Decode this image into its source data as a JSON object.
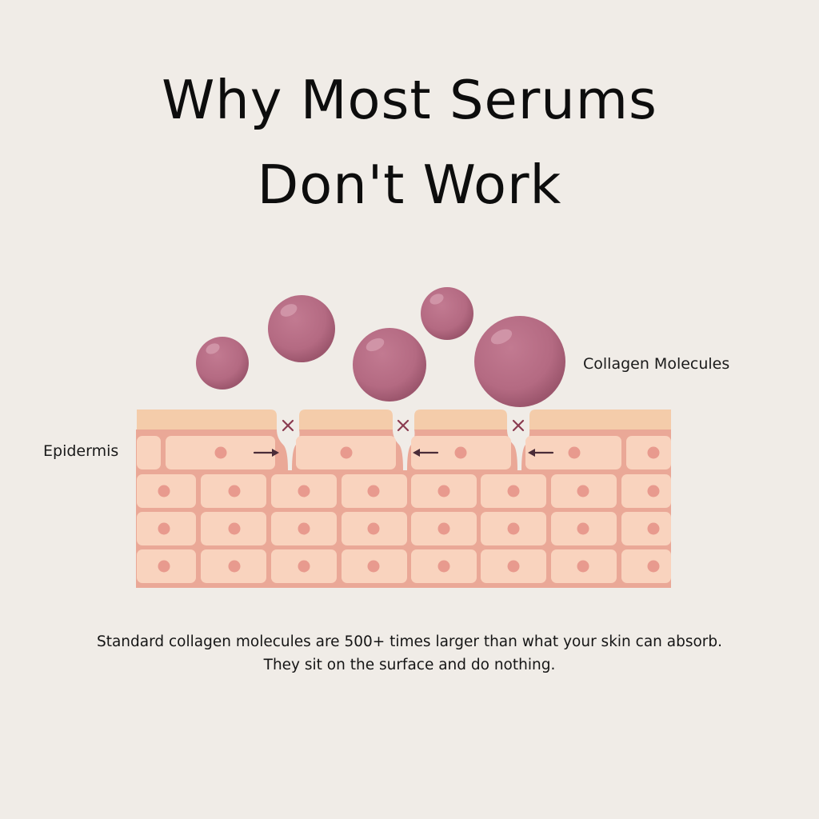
{
  "title": {
    "line1": "Why Most Serums",
    "line2": "Don't Work"
  },
  "labels": {
    "collagen": "Collagen Molecules",
    "epidermis": "Epidermis"
  },
  "caption": {
    "line1": "Standard collagen molecules are 500+ times larger than what your skin can absorb.",
    "line2": "They sit on the surface and do nothing."
  },
  "colors": {
    "background": "#f0ece7",
    "molecule": "#b86d85",
    "skin_cell": "#f9d3be",
    "skin_border": "#eaa897",
    "stratum_corneum": "#f4ccaa",
    "nucleus": "#e89a8e",
    "blocked_marker": "#8a3b50",
    "arrow": "#4a2c38"
  },
  "icons": {
    "blocked": "x-mark-icon",
    "push": "arrow-icon"
  }
}
